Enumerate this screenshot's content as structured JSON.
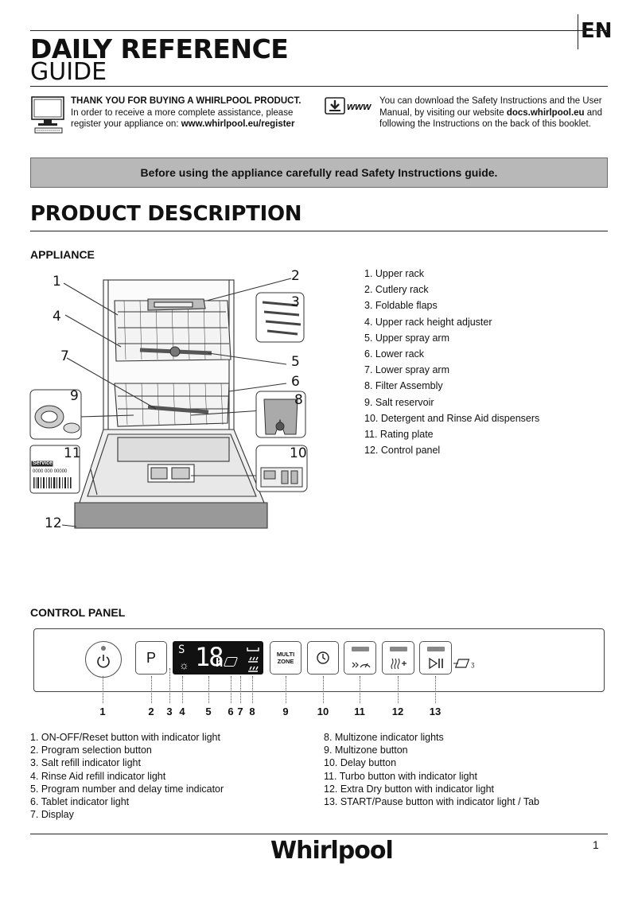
{
  "language": "EN",
  "title": {
    "line1": "DAILY REFERENCE",
    "line2": "GUIDE"
  },
  "intro_left": {
    "bold": "THANK YOU FOR BUYING A WHIRLPOOL PRODUCT.",
    "line2": "In order to receive a more complete assistance, please",
    "line3_prefix": "register your appliance on: ",
    "line3_link": "www.whirlpool.eu/register"
  },
  "intro_right": {
    "icon_label": "www",
    "line1": "You can download the Safety Instructions and the User",
    "line2_prefix": "Manual, by visiting our website ",
    "line2_link": "docs.whirlpool.eu",
    "line2_suffix": " and",
    "line3": "following the Instructions on the back of this booklet."
  },
  "banner": "Before using the appliance carefully read Safety Instructions guide.",
  "section_title": "PRODUCT  DESCRIPTION",
  "appliance": {
    "heading": "APPLIANCE",
    "items": [
      "1.  Upper rack",
      "2.  Cutlery rack",
      "3.  Foldable flaps",
      "4.  Upper rack height adjuster",
      "5.  Upper spray arm",
      "6.  Lower  rack",
      "7.  Lower spray arm",
      "8.  Filter Assembly",
      "9.  Salt reservoir",
      "10.  Detergent and Rinse Aid dispensers",
      "11.  Rating plate",
      "12.  Control panel"
    ],
    "callouts": [
      "1",
      "2",
      "3",
      "4",
      "5",
      "6",
      "7",
      "8",
      "9",
      "10",
      "11",
      "12"
    ],
    "rating_plate": {
      "service": "Service:",
      "code": "0000 000 00000"
    }
  },
  "control_panel": {
    "heading": "CONTROL PANEL",
    "buttons": {
      "program": "P",
      "multizone_l1": "MULTI",
      "multizone_l2": "ZONE"
    },
    "display": {
      "digits": "18",
      "unit": "h",
      "salt": "S"
    },
    "numbers": [
      "1",
      "2",
      "3",
      "4",
      "5",
      "6",
      "7",
      "8",
      "9",
      "10",
      "11",
      "12",
      "13"
    ],
    "items_left": [
      "1.  ON-OFF/Reset button with indicator light",
      "2.  Program selection button",
      "3.  Salt refill indicator light",
      "4.  Rinse Aid refill indicator light",
      "5.  Program number and delay time indicator",
      "6.  Tablet indicator light",
      "7.  Display"
    ],
    "items_right": [
      "8.  Multizone indicator lights",
      "9.  Multizone button",
      "10.  Delay button",
      "11.  Turbo button with indicator light",
      "12.  Extra Dry button with indicator light",
      "13.  START/Pause button with indicator light / Tab"
    ]
  },
  "footer": {
    "brand": "Whirlpool",
    "page": "1"
  }
}
